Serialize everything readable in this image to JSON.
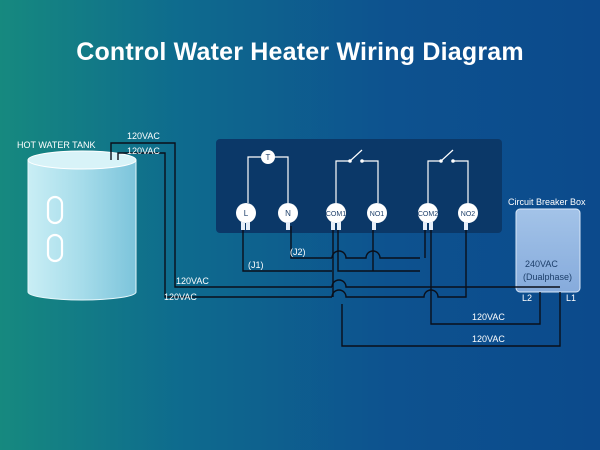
{
  "title": "Control Water Heater Wiring Diagram",
  "tank": {
    "label": "HOT WATER TANK"
  },
  "terminals": {
    "L": "L",
    "N": "N",
    "COM1": "COM1",
    "NO1": "NO1",
    "COM2": "COM2",
    "NO2": "NO2",
    "T": "T"
  },
  "jumpers": {
    "J1": "(J1)",
    "J2": "(J2)"
  },
  "wire_labels": {
    "tank_top_1": "120VAC",
    "tank_top_2": "120VAC",
    "mid_1": "120VAC",
    "mid_2": "120VAC",
    "bottom_1": "120VAC",
    "bottom_2": "120VAC"
  },
  "breaker": {
    "title": "Circuit Breaker Box",
    "voltage": "240VAC",
    "phase": "(Dualphase)",
    "l2": "L2",
    "l1": "L1"
  },
  "colors": {
    "background_left": "#16897f",
    "background_right": "#0c4a8c",
    "panel": "#0b3868",
    "tank": "#a6dcea",
    "breaker_box": "#8fb4e0",
    "wire": "#0a0f1a"
  }
}
